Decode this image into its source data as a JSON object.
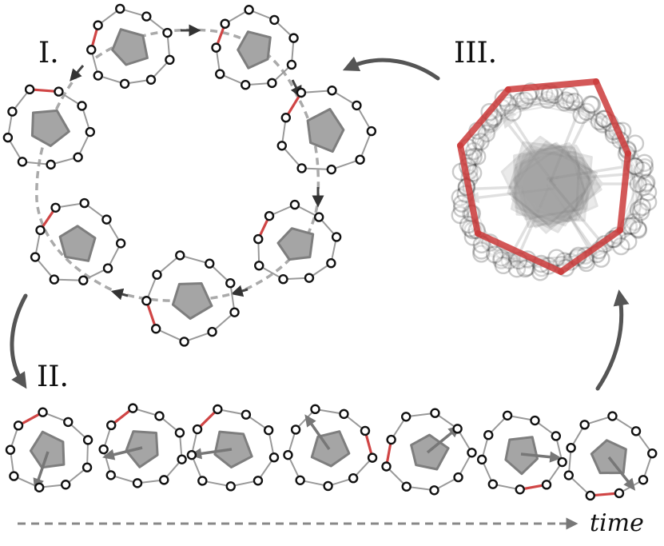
{
  "labels": {
    "stage_one": "I.",
    "stage_two": "II.",
    "stage_three": "III.",
    "time_axis": "time"
  },
  "colors": {
    "background": "#ffffff",
    "ring_edge": "#999999",
    "ring_node_stroke": "#111111",
    "shape_fill": "#a5a5a5",
    "highlight_edge": "#d04545",
    "flow_arrow": "#555555",
    "dashed_path": "#aaaaaa"
  },
  "icons": {
    "cycle_arrow": "curved-arrow",
    "time_arrow": "dashed-arrow-right",
    "motion_arrow": "arrow-icon"
  }
}
